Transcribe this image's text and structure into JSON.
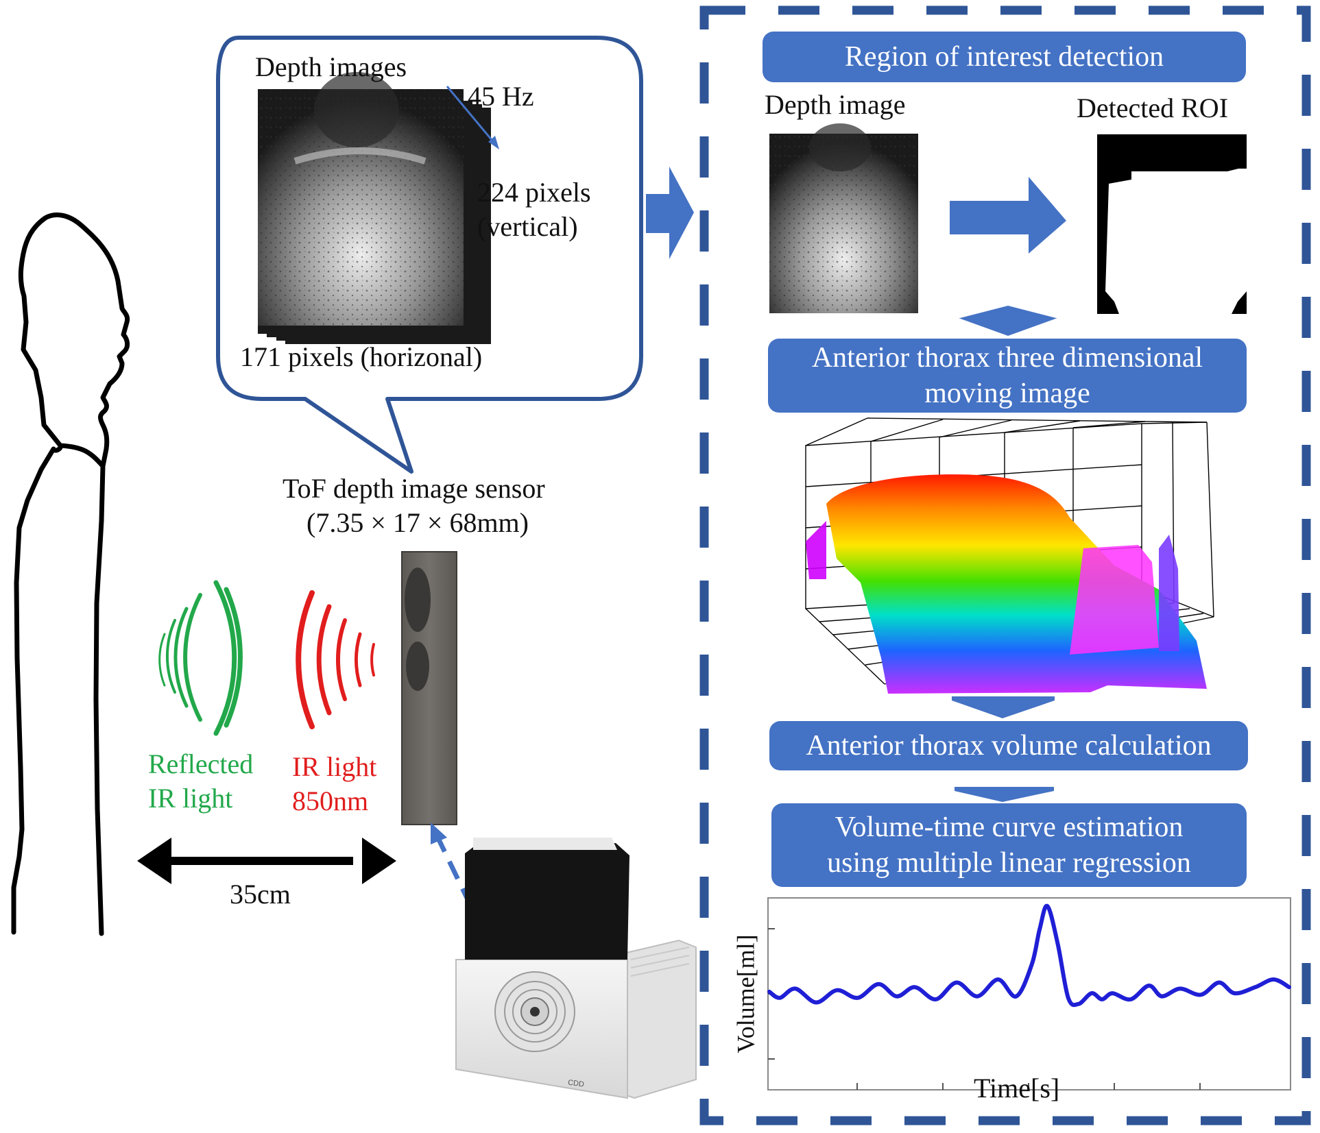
{
  "left": {
    "bubble": {
      "title": "Depth images",
      "rate": "45 Hz",
      "vertical_line1": "224 pixels",
      "vertical_line2": "(vertical)",
      "horizontal": "171 pixels (horizonal)"
    },
    "sensor_title_line1": "ToF depth image sensor",
    "sensor_title_line2": "(7.35 × 17 × 68mm)",
    "reflected_line1": "Reflected",
    "reflected_line2": "IR light",
    "ir_line1": "IR light",
    "ir_line2": "850nm",
    "distance": "35cm",
    "device_badge": "CDD"
  },
  "pipeline": {
    "step1": "Region of interest detection",
    "depth_image_label": "Depth image",
    "roi_label": "Detected ROI",
    "step2_line1": "Anterior thorax three dimensional",
    "step2_line2": "moving image",
    "step3": "Anterior thorax volume calculation",
    "step4_line1": "Volume-time curve estimation",
    "step4_line2": "using multiple linear regression"
  },
  "chart_data": {
    "type": "line",
    "xlabel": "Time[s]",
    "ylabel": "Volume[ml]",
    "xlim": [
      0,
      1
    ],
    "ylim": [
      0,
      1
    ],
    "series": [
      {
        "color": "#1f1fd6",
        "x": [
          0.0,
          0.02,
          0.05,
          0.09,
          0.13,
          0.17,
          0.21,
          0.245,
          0.28,
          0.32,
          0.36,
          0.4,
          0.44,
          0.475,
          0.505,
          0.52,
          0.535,
          0.555,
          0.575,
          0.595,
          0.62,
          0.64,
          0.66,
          0.695,
          0.73,
          0.755,
          0.79,
          0.83,
          0.865,
          0.895,
          0.935,
          0.97,
          1.0
        ],
        "y": [
          0.44,
          0.4,
          0.46,
          0.37,
          0.45,
          0.4,
          0.49,
          0.41,
          0.47,
          0.39,
          0.5,
          0.41,
          0.52,
          0.41,
          0.62,
          0.85,
          1.0,
          0.75,
          0.4,
          0.36,
          0.43,
          0.39,
          0.43,
          0.39,
          0.48,
          0.41,
          0.46,
          0.42,
          0.5,
          0.43,
          0.47,
          0.52,
          0.47
        ]
      }
    ]
  },
  "colors": {
    "accent": "#4472c4",
    "dash_frame": "#2f5597",
    "reflected_light": "#22a84a",
    "ir_light": "#e11d1d",
    "curve": "#1f1fd6"
  }
}
